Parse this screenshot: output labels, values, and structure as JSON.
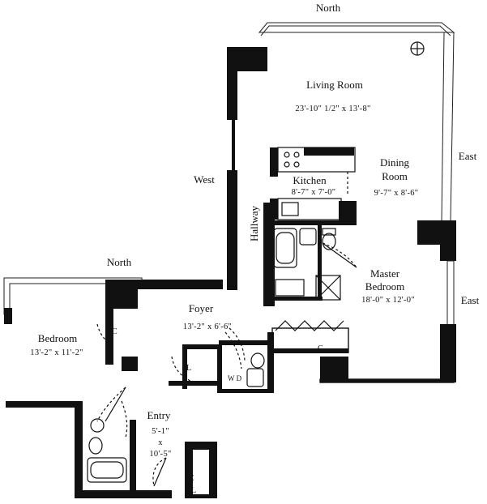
{
  "compass": {
    "north_top": "North",
    "north_left": "North",
    "west": "West",
    "east_upper": "East",
    "east_lower": "East"
  },
  "rooms": {
    "living_room": {
      "name": "Living Room",
      "dims": "23'-10\" 1/2\" x 13'-8\""
    },
    "dining_room": {
      "name_line1": "Dining",
      "name_line2": "Room",
      "dims": "9'-7\" x 8'-6\""
    },
    "kitchen": {
      "name": "Kitchen",
      "dims": "8'-7\" x 7'-0\""
    },
    "hallway": {
      "name": "Hallway"
    },
    "master_bedroom": {
      "name_line1": "Master",
      "name_line2": "Bedroom",
      "dims": "18'-0\" x 12'-0\""
    },
    "foyer": {
      "name": "Foyer",
      "dims": "13'-2\" x 6'-6\""
    },
    "bedroom": {
      "name": "Bedroom",
      "dims": "13'-2\" x 11'-2\""
    },
    "entry": {
      "name": "Entry",
      "dims_line1": "5'-1\"",
      "dims_line2": "x",
      "dims_line3": "10'-5\""
    }
  },
  "closet_marks": {
    "closet": "C",
    "linen": "L",
    "laundry": "L",
    "washer_dryer": "W D"
  }
}
